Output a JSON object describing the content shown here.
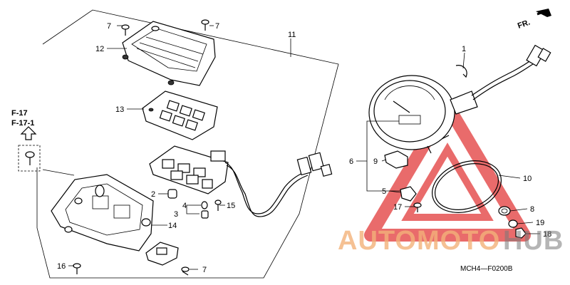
{
  "diagram": {
    "code": "MCH4—F0200B",
    "direction_label": "FR.",
    "refs": [
      "F-17",
      "F-17-1"
    ],
    "watermark": {
      "part1": "AUTOMOTO",
      "part2": "HUB"
    },
    "callouts": {
      "c1": "1",
      "c2": "2",
      "c3": "3",
      "c4": "4",
      "c5": "5",
      "c6": "6",
      "c7a": "7",
      "c7b": "7",
      "c7c": "7",
      "c8": "8",
      "c9": "9",
      "c10": "10",
      "c11": "11",
      "c12": "12",
      "c13": "13",
      "c14": "14",
      "c15": "15",
      "c16": "16",
      "c17": "17",
      "c18": "18",
      "c19": "19"
    }
  }
}
